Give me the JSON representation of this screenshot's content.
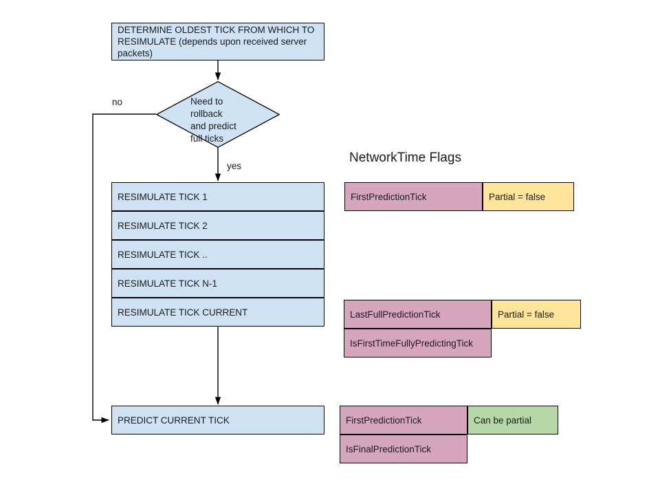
{
  "diagram": {
    "title_visible": false,
    "colors": {
      "process_fill": "#cfe2f3",
      "decision_fill": "#cfe2f3",
      "flag_name_fill": "#d5a6bd",
      "flag_value_false_fill": "#ffe599",
      "flag_value_partial_fill": "#b6d7a8",
      "stroke": "#000000",
      "text": "#1a1a1a",
      "background": "#ffffff"
    },
    "nodes": {
      "determine_oldest_tick": "DETERMINE OLDEST TICK FROM WHICH TO RESIMULATE (depends upon received server packets)",
      "decision": "Need to\nrollback\nand predict\nfull ticks",
      "resimulate_ticks": [
        "RESIMULATE TICK 1",
        "RESIMULATE TICK 2",
        "RESIMULATE TICK ..",
        "RESIMULATE TICK N-1",
        "RESIMULATE TICK CURRENT"
      ],
      "predict_current_tick": "PREDICT CURRENT TICK"
    },
    "edge_labels": {
      "no": "no",
      "yes": "yes"
    }
  },
  "flags_panel": {
    "title": "NetworkTime Flags",
    "groups": [
      {
        "id": "first-prediction-tick-group",
        "rows": [
          {
            "name": "FirstPredictionTick",
            "value": "Partial = false",
            "value_style": "yellow"
          }
        ]
      },
      {
        "id": "last-full-prediction-tick-group",
        "rows": [
          {
            "name": "LastFullPredictionTick",
            "value": "Partial = false",
            "value_style": "yellow"
          },
          {
            "name": "IsFirstTimeFullyPredictingTick",
            "value": "",
            "value_style": "none"
          }
        ]
      },
      {
        "id": "final-prediction-tick-group",
        "rows": [
          {
            "name": "FirstPredictionTick",
            "value": "Can be partial",
            "value_style": "green"
          },
          {
            "name": "IsFinalPredictionTick",
            "value": "",
            "value_style": "none"
          }
        ]
      }
    ]
  }
}
